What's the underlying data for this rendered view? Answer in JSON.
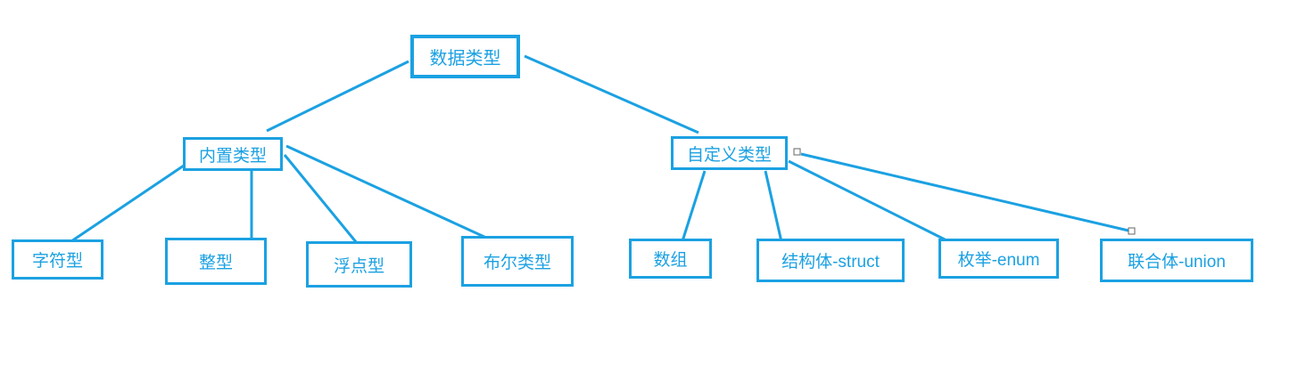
{
  "colors": {
    "accent": "#1BA1E2",
    "canvas": "#FFFFFF",
    "selection_handle_fill": "#FFFFFF",
    "selection_handle_border": "#666666"
  },
  "diagram": {
    "type": "tree",
    "nodes": {
      "root": {
        "label": "数据类型"
      },
      "builtin": {
        "label": "内置类型"
      },
      "custom": {
        "label": "自定义类型"
      },
      "char": {
        "label": "字符型"
      },
      "int": {
        "label": "整型"
      },
      "float": {
        "label": "浮点型"
      },
      "bool": {
        "label": "布尔类型"
      },
      "array": {
        "label": "数组"
      },
      "struct": {
        "label": "结构体-struct"
      },
      "enum": {
        "label": "枚举-enum"
      },
      "union": {
        "label": "联合体-union"
      }
    },
    "edges": [
      {
        "from": "数据类型",
        "to": "内置类型",
        "selected": false
      },
      {
        "from": "数据类型",
        "to": "自定义类型",
        "selected": false
      },
      {
        "from": "内置类型",
        "to": "字符型",
        "selected": false
      },
      {
        "from": "内置类型",
        "to": "整型",
        "selected": false
      },
      {
        "from": "内置类型",
        "to": "浮点型",
        "selected": false
      },
      {
        "from": "内置类型",
        "to": "布尔类型",
        "selected": false
      },
      {
        "from": "自定义类型",
        "to": "数组",
        "selected": false
      },
      {
        "from": "自定义类型",
        "to": "结构体-struct",
        "selected": false
      },
      {
        "from": "自定义类型",
        "to": "枚举-enum",
        "selected": false
      },
      {
        "from": "自定义类型",
        "to": "联合体-union",
        "selected": true
      }
    ]
  }
}
